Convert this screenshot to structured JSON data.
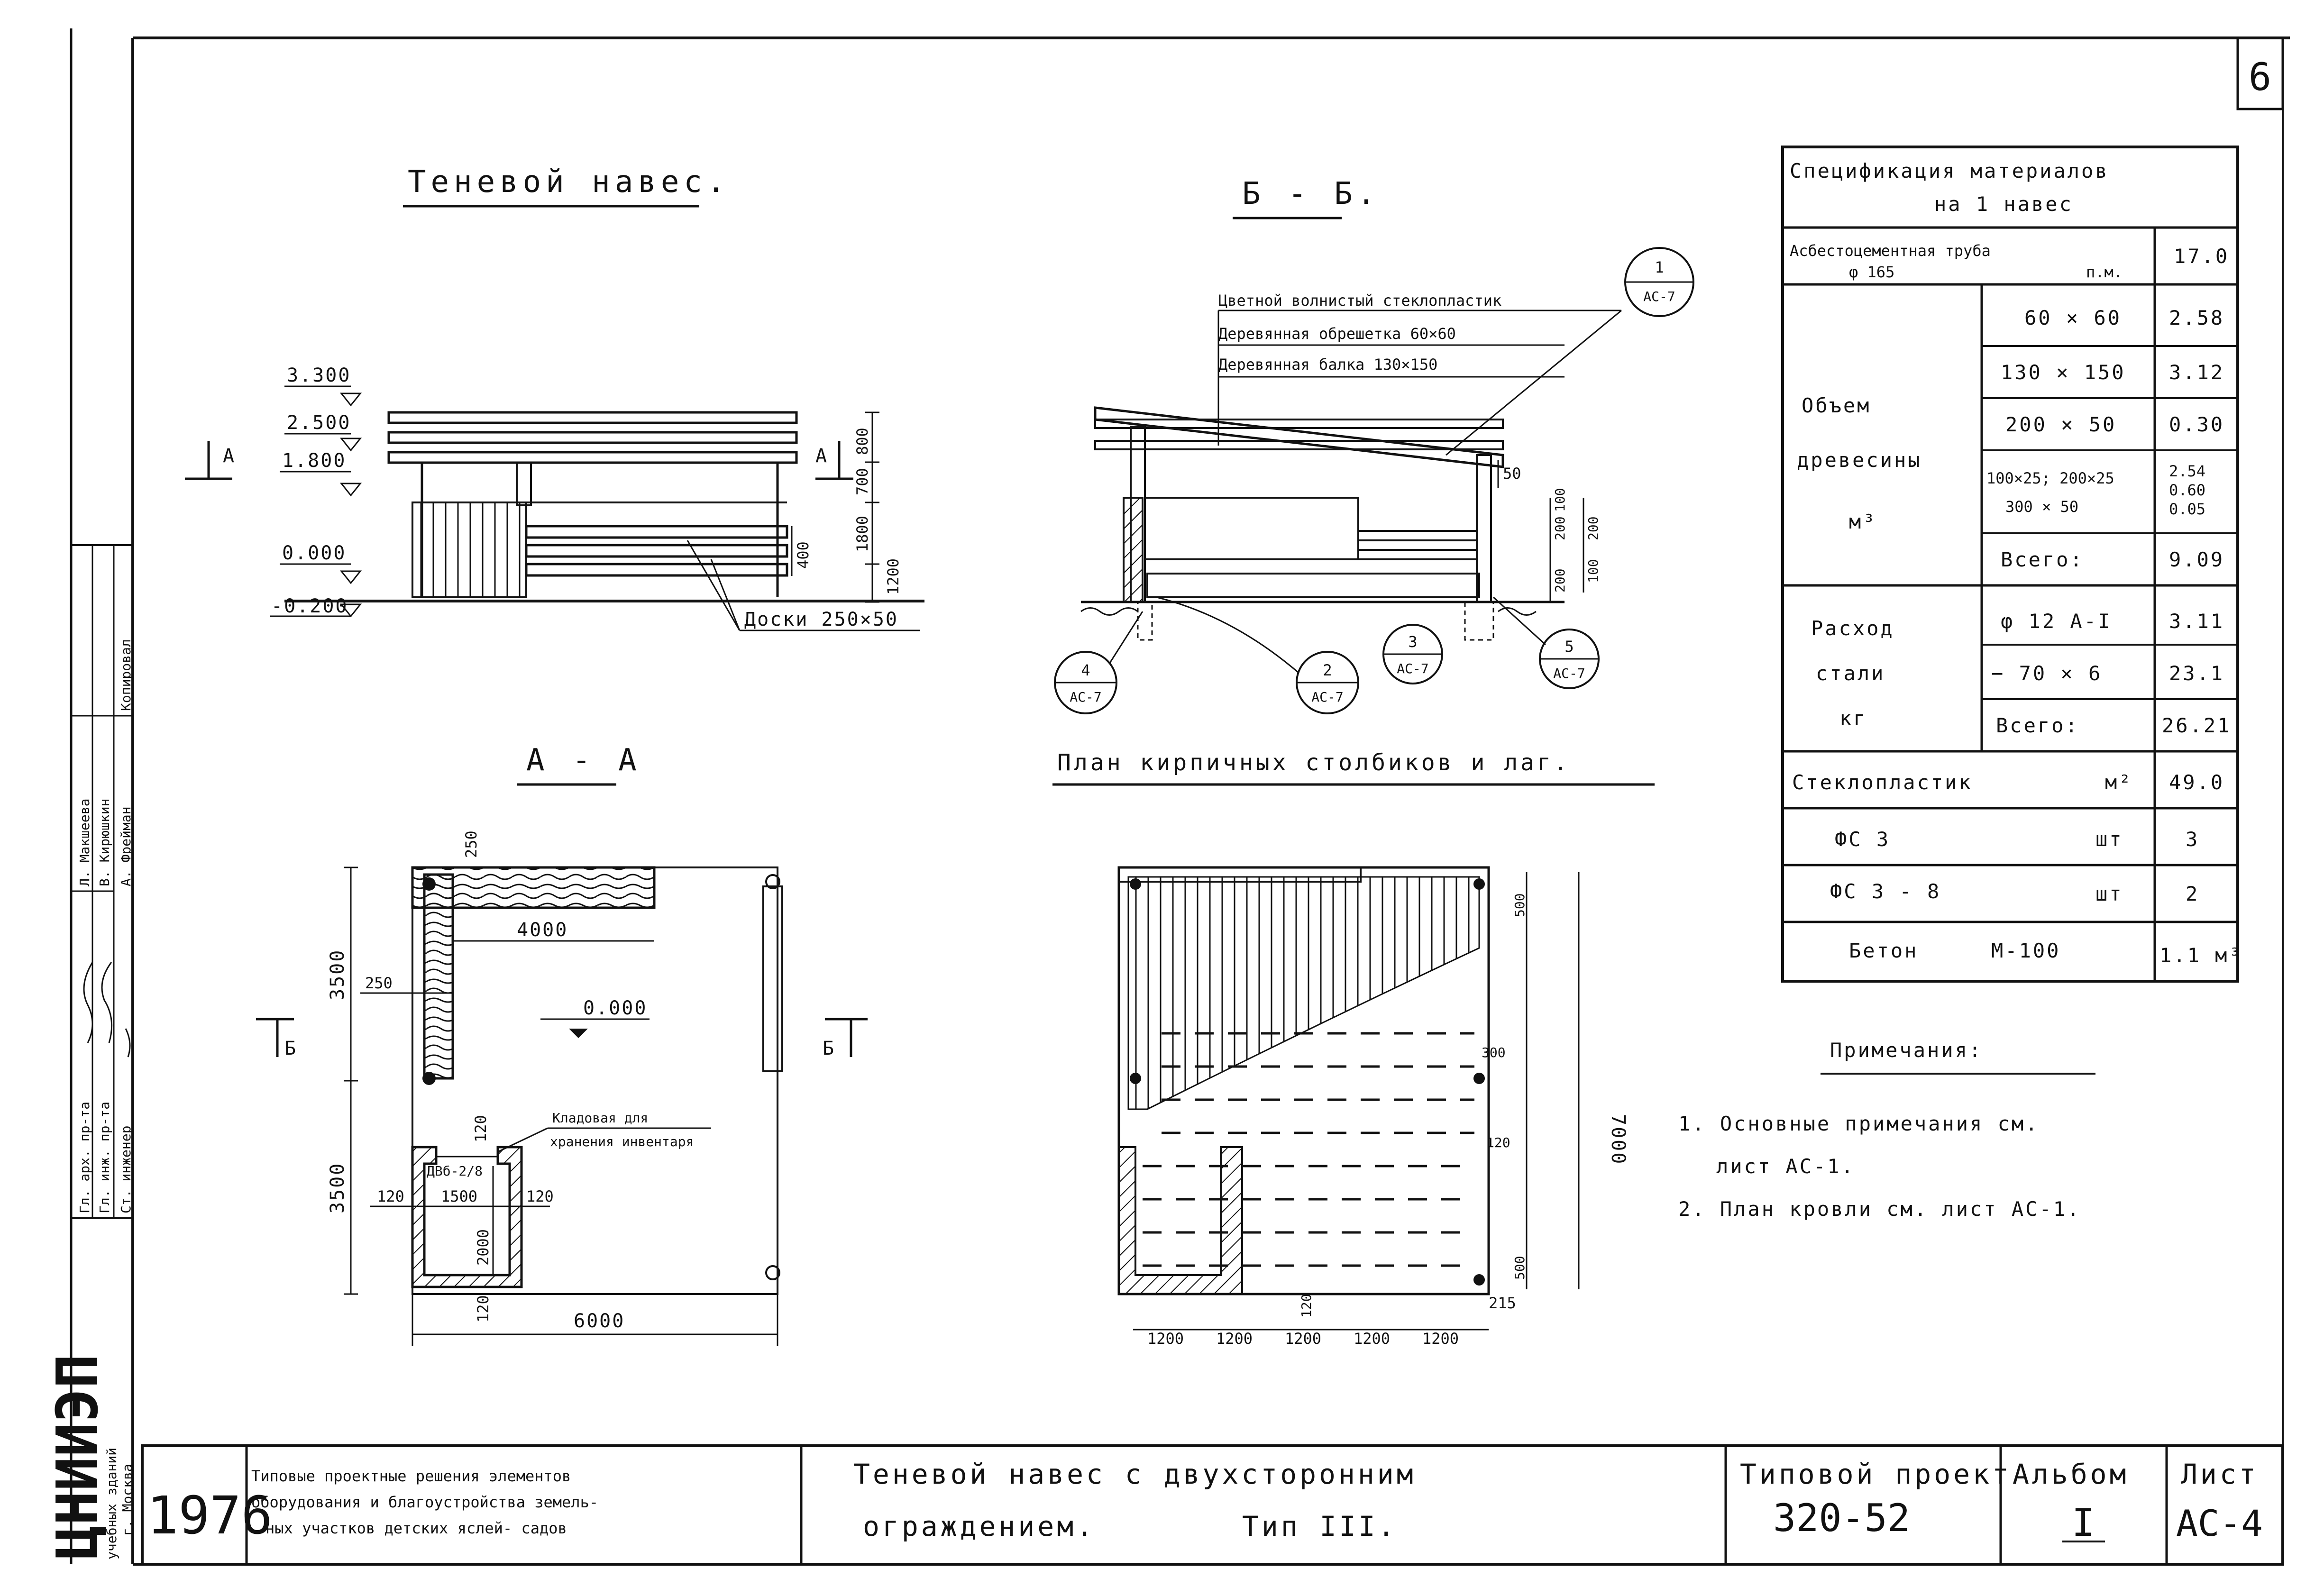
{
  "sheet_number": "6",
  "elevation": {
    "title": "Теневой навес.",
    "levels": [
      "3.300",
      "2.500",
      "1.800",
      "0.000",
      "-0.200"
    ],
    "section_mark": "А",
    "boards_label": "Доски 250×50",
    "dims_right": [
      "800",
      "700",
      "1800",
      "1200"
    ],
    "dim_400": "400"
  },
  "section_bb": {
    "title": "Б - Б.",
    "callout_lines": [
      "Цветной волнистый стеклопластик",
      "Деревянная обрешетка 60×60",
      "Деревянная балка 130×150"
    ],
    "dim_50": "50",
    "dims_right": [
      "200",
      "200",
      "100",
      "200",
      "100"
    ],
    "callouts": [
      {
        "num": "1",
        "sheet": "АС-7"
      },
      {
        "num": "4",
        "sheet": "АС-7"
      },
      {
        "num": "2",
        "sheet": "АС-7"
      },
      {
        "num": "3",
        "sheet": "АС-7"
      },
      {
        "num": "5",
        "sheet": "АС-7"
      }
    ]
  },
  "plan_aa": {
    "title": "А - А",
    "dims": {
      "d250_top": "250",
      "d4000": "4000",
      "d3500_a": "3500",
      "d250_left": "250",
      "d3500_b": "3500",
      "d120_a": "120",
      "d1500": "1500",
      "d120_b": "120",
      "d2000": "2000",
      "d120_c": "120",
      "d120_d": "120",
      "d6000": "6000"
    },
    "level": "0.000",
    "storage_label_1": "Кладовая для",
    "storage_label_2": "хранения инвентаря",
    "door_mark": "ДВб-2/8",
    "section_mark": "Б"
  },
  "plan_posts": {
    "title": "План кирпичных столбиков и лаг.",
    "dims_bottom": [
      "1200",
      "1200",
      "1200",
      "1200",
      "1200"
    ],
    "dims_right": [
      "500",
      "300",
      "120",
      "500"
    ],
    "dim_7000": "7000",
    "dim_215": "215",
    "dim_120": "120",
    "ditto": "\""
  },
  "spec": {
    "title_1": "Спецификация материалов",
    "title_2": "на 1 навес",
    "rows": [
      {
        "name": "Асбестоцементная труба",
        "sub": "φ 165",
        "unit": "п.м.",
        "value": "17.0"
      },
      {
        "name": "Объем",
        "name2": "древесины",
        "unit": "м³",
        "items": [
          {
            "size": "60 × 60",
            "value": "2.58"
          },
          {
            "size": "130 × 150",
            "value": "3.12"
          },
          {
            "size": "200 × 50",
            "value": "0.30"
          },
          {
            "size": "100×25; 200×25",
            "size2": "300 × 50",
            "value": "2.54",
            "value2": "0.60",
            "value3": "0.05"
          },
          {
            "size": "Всего:",
            "value": "9.09"
          }
        ]
      },
      {
        "name": "Расход",
        "name2": "стали",
        "unit": "кг",
        "items": [
          {
            "size": "φ 12 A-I",
            "value": "3.11"
          },
          {
            "size": "− 70 × 6",
            "value": "23.1"
          },
          {
            "size": "Всего:",
            "value": "26.21"
          }
        ]
      },
      {
        "name": "Стеклопластик",
        "unit": "м²",
        "value": "49.0"
      },
      {
        "name": "ФС 3",
        "unit": "шт",
        "value": "3"
      },
      {
        "name": "ФС 3 - 8",
        "unit": "шт",
        "value": "2"
      },
      {
        "name": "Бетон",
        "sub": "М-100",
        "value": "1.1 м³"
      }
    ]
  },
  "notes": {
    "title": "Примечания:",
    "items": [
      "1. Основные примечания см. лист АС-1.",
      "2. План кровли см. лист АС-1."
    ],
    "line1a": "1. Основные примечания см.",
    "line1b": "лист АС-1.",
    "line2": "2. План кровли см. лист АС-1."
  },
  "left_strip": {
    "org_1": "ЦНИИЭП",
    "org_2": "учебных зданий",
    "org_3": "г. Москва",
    "roles": [
      "Ст. инженер",
      "Гл. инж. пр-та",
      "Гл. арх. пр-та"
    ],
    "names": [
      "А. Фрейман",
      "В. Кирюшкин",
      "Л. Макшеева"
    ],
    "copied": "Копировал"
  },
  "title_block": {
    "year": "1976",
    "desc_1": "Типовые проектные решения элементов",
    "desc_2": "оборудования и благоустройства земель-",
    "desc_3": "ных участков детских яслей- садов",
    "name_1": "Теневой навес с двухсторонним",
    "name_2": "ограждением.",
    "type": "Тип III.",
    "project_label": "Типовой проект",
    "project_number": "320-52",
    "album_label": "Альбом",
    "album_number": "I",
    "sheet_label": "Лист",
    "sheet_code": "АС-4"
  }
}
